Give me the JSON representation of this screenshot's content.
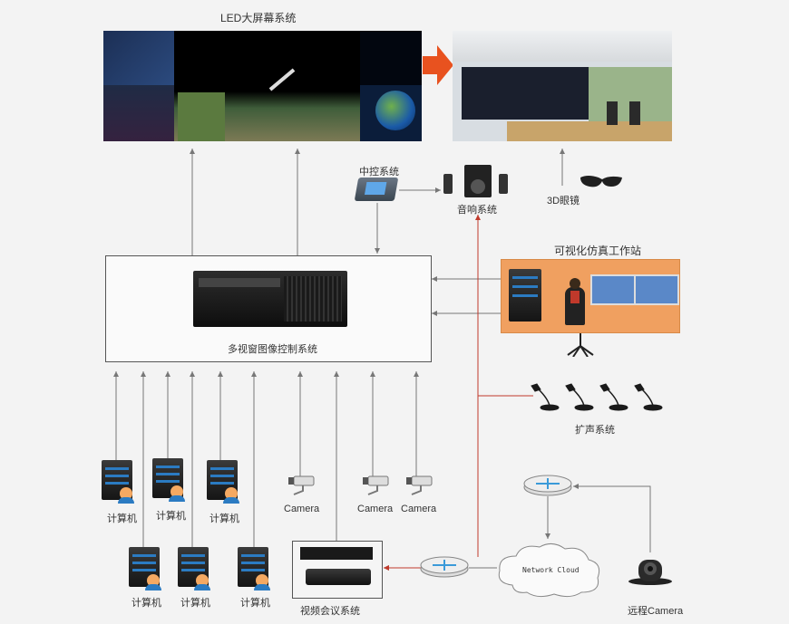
{
  "labels": {
    "led_system": "LED大屏幕系统",
    "central_control": "中控系统",
    "audio_system": "音响系统",
    "glasses_3d": "3D眼镜",
    "workstation": "可视化仿真工作站",
    "multi_window": "多视窗图像控制系统",
    "pa_system": "扩声系统",
    "computer": "计算机",
    "camera": "Camera",
    "video_conf": "视频会议系统",
    "network_cloud": "Network Cloud",
    "remote_camera": "远程Camera"
  },
  "colors": {
    "arrow_gray": "#777777",
    "arrow_red": "#c0392b",
    "workstation_bg": "#f0a060",
    "orange_arrow": "#e8521f"
  }
}
